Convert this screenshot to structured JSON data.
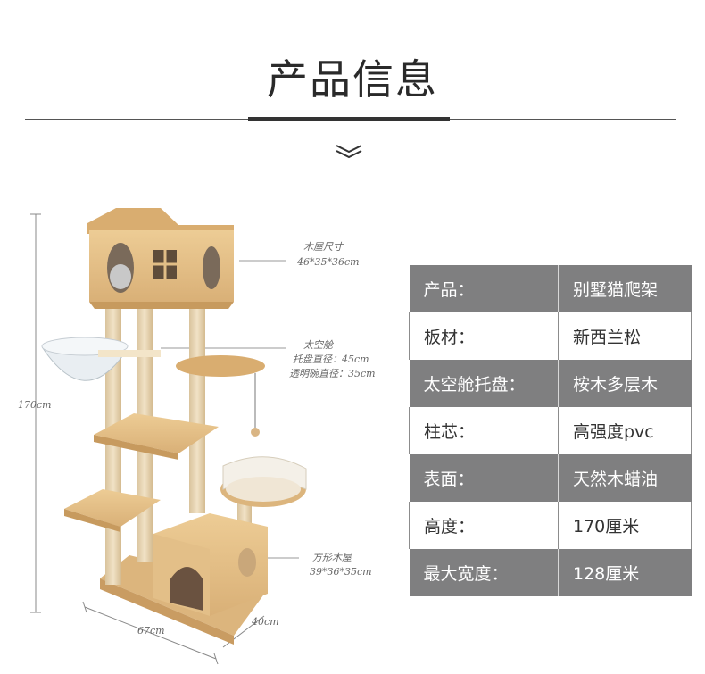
{
  "header": {
    "title": "产品信息"
  },
  "dimensions": {
    "height": "170cm",
    "width": "67cm",
    "depth": "40cm"
  },
  "annotations": {
    "wood_house": {
      "label": "木屋尺寸",
      "size": "46*35*36cm"
    },
    "space_capsule": {
      "label": "太空舱",
      "tray": "托盘直径：45cm",
      "bowl": "透明碗直径：35cm"
    },
    "square_house": {
      "label": "方形木屋",
      "size": "39*36*35cm"
    }
  },
  "specs": [
    {
      "label": "产品：",
      "value": "别墅猫爬架"
    },
    {
      "label": "板材：",
      "value": "新西兰松"
    },
    {
      "label": "太空舱托盘：",
      "value": "桉木多层木"
    },
    {
      "label": "柱芯：",
      "value": "高强度pvc"
    },
    {
      "label": "表面：",
      "value": "天然木蜡油"
    },
    {
      "label": "高度：",
      "value": "170厘米"
    },
    {
      "label": "最大宽度：",
      "value": "128厘米"
    }
  ],
  "colors": {
    "header_row": "#7f7f80",
    "wood": "#e2bd84",
    "rope": "#ead7b5"
  },
  "icons": {
    "divider": "double-chevron-down-icon"
  }
}
